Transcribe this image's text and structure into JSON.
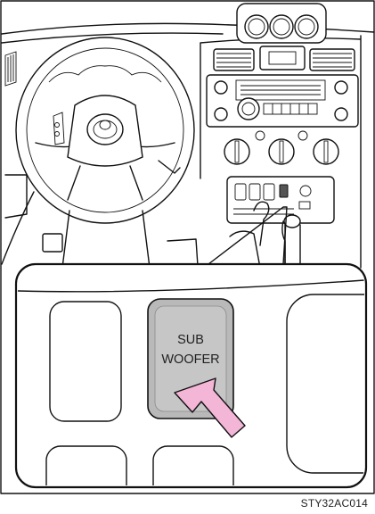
{
  "button": {
    "line1": "SUB",
    "line2": "WOOFER"
  },
  "figure_code": "STY32AC014",
  "colors": {
    "arrow": "#f4b6d6",
    "button_face": "#b9b9b9",
    "line": "#111111"
  },
  "icons": {
    "arrow": "press-arrow-icon",
    "steering": "steering-wheel-icon",
    "logo": "toyota-logo-icon"
  }
}
